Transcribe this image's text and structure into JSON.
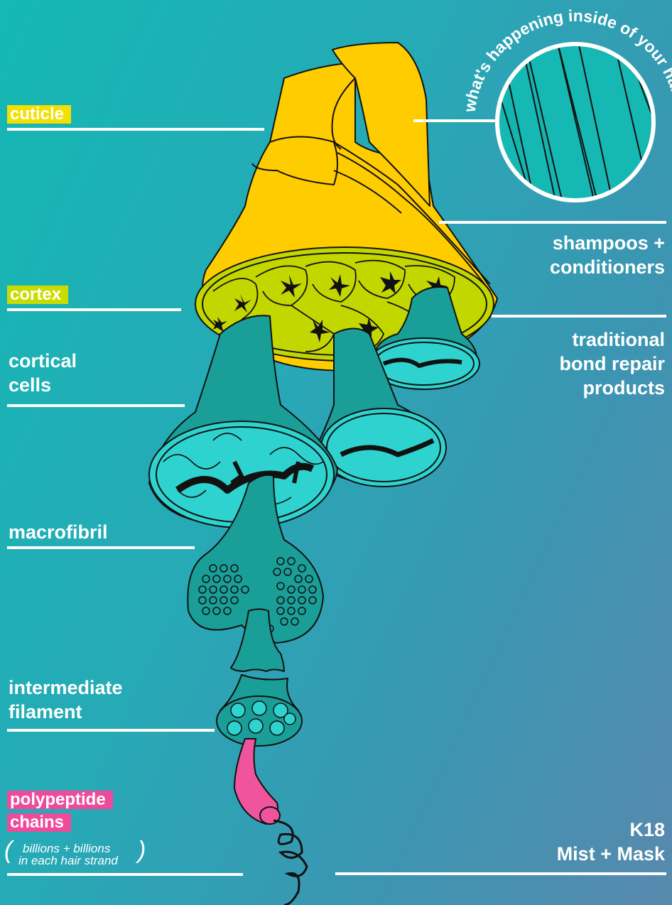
{
  "badge": {
    "text": "what's happening inside of your hair?"
  },
  "left_labels": {
    "cuticle": "cuticle",
    "cortex": "cortex",
    "cortical_cells_1": "cortical",
    "cortical_cells_2": "cells",
    "macrofibril": "macrofibril",
    "intermediate_filament_1": "intermediate",
    "intermediate_filament_2": "filament",
    "polypeptide_1": "polypeptide",
    "polypeptide_2": "chains",
    "note_1": "billions + billions",
    "note_2": "in each hair strand"
  },
  "right_labels": {
    "shampoos_1": "shampoos +",
    "shampoos_2": "conditioners",
    "traditional_1": "traditional",
    "traditional_2": "bond repair",
    "traditional_3": "products",
    "k18_1": "K18",
    "k18_2": "Mist + Mask"
  },
  "colors": {
    "cuticle_highlight": "#f2e000",
    "cortex_highlight": "#c9dc00",
    "polypeptide_highlight": "#ee4b9c",
    "cuticle_fill": "#ffcc00",
    "cortex_fill": "#c2d600",
    "cell_fill": "#1a9e98",
    "cell_inner": "#2ed3cf",
    "chain_pink": "#f0549d"
  },
  "icons": {
    "hair_illustration": "hair-structure-cross-section-icon",
    "magnifier": "hair-fibers-circle-icon"
  }
}
